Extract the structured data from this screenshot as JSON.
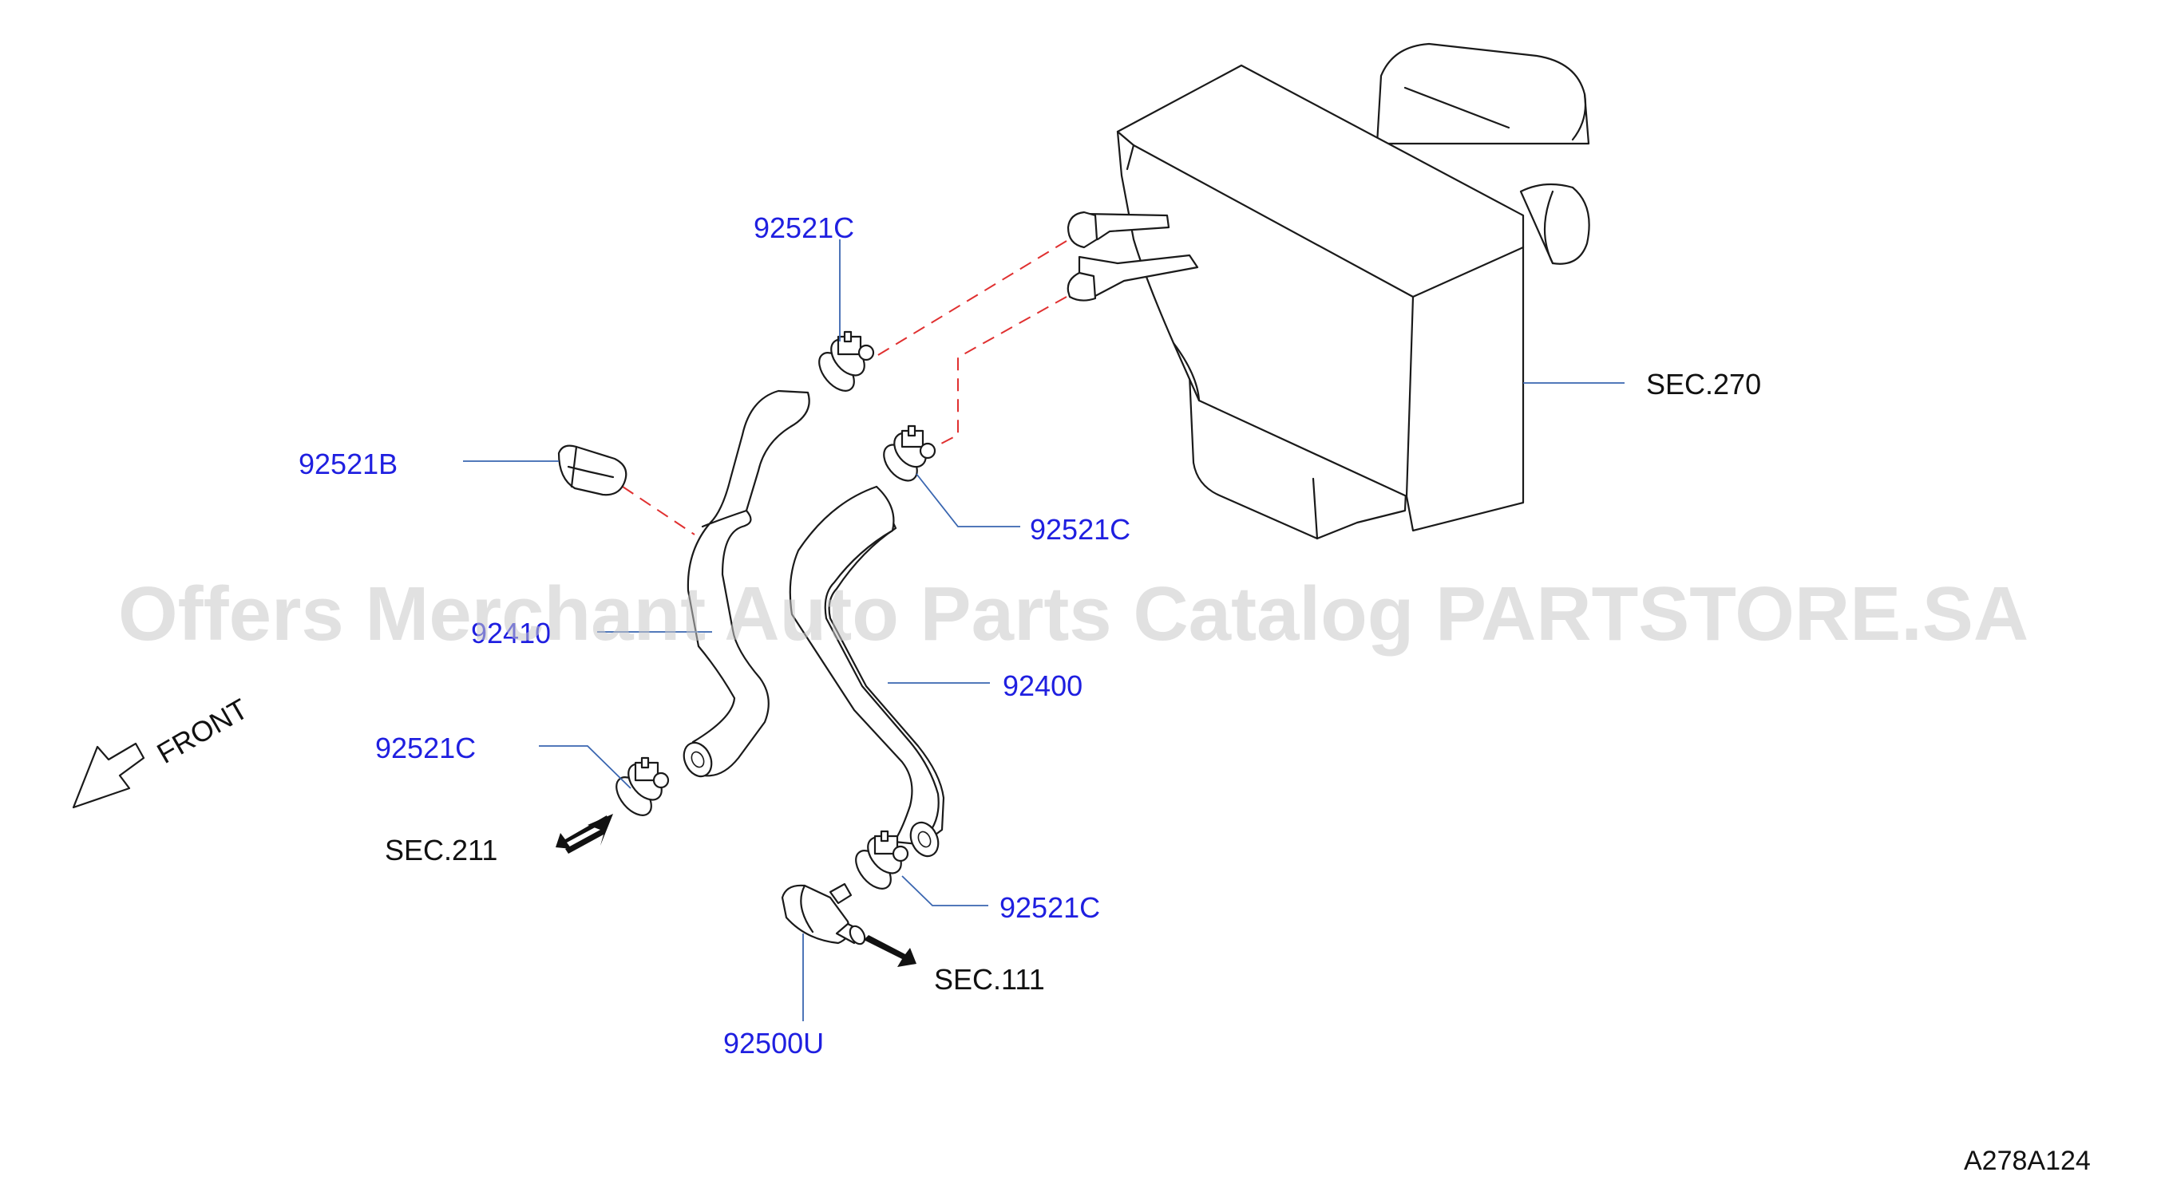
{
  "watermark": "Offers Merchant Auto Parts Catalog PARTSTORE.SA",
  "direction_label": "FRONT",
  "diagram_code": "A278A124",
  "sections": {
    "sec270": "SEC.270",
    "sec211": "SEC.211",
    "sec111": "SEC.111"
  },
  "parts": {
    "clamp_top": "92521C",
    "cover_b": "92521B",
    "clamp_right": "92521C",
    "hose_left": "92410",
    "hose_right": "92400",
    "clamp_left_lower": "92521C",
    "clamp_right_lower": "92521C",
    "valve": "92500U"
  },
  "colors": {
    "part_label": "#1f1fe0",
    "leader_line": "#3a66b0",
    "connection_dash": "#e03030",
    "outline": "#1a1a1a"
  }
}
